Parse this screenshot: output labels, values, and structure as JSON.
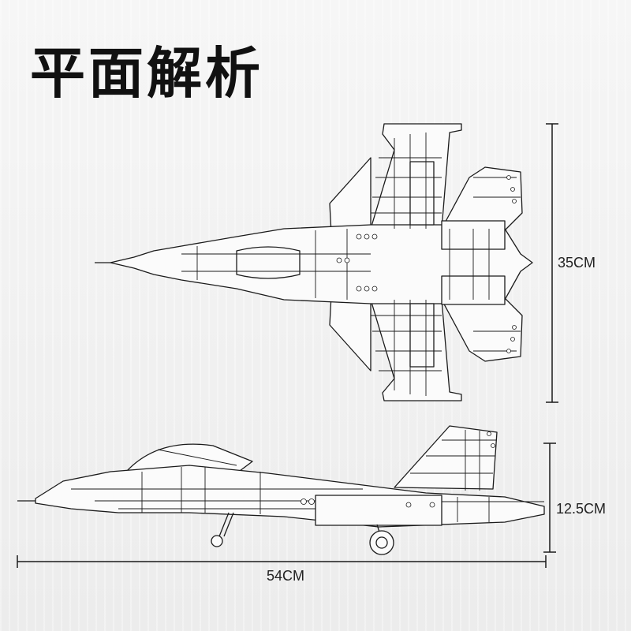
{
  "title": "平面解析",
  "dimensions": {
    "width_top_view": "35CM",
    "height_side_view": "12.5CM",
    "length": "54CM"
  },
  "colors": {
    "line": "#1b1b1b",
    "fill": "#fbfbfb",
    "background": "#f1f1f1"
  }
}
